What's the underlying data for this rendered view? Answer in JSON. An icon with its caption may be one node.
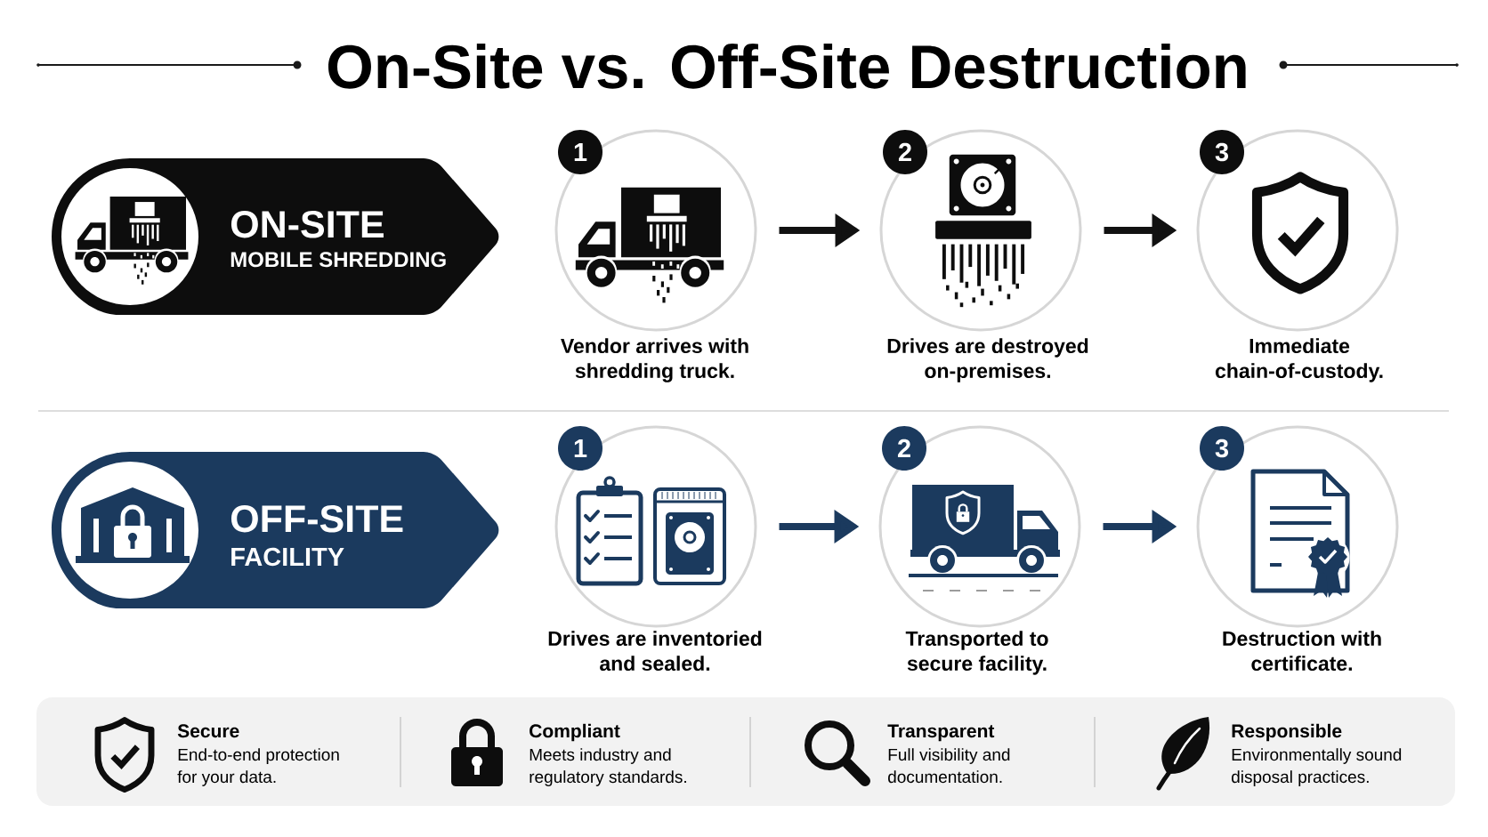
{
  "diagram": {
    "title": "On-Site vs. Off-Site Destruction",
    "nodes": [
      {
        "text": [
          "ON-SITE",
          "MOBILE SHREDDING"
        ]
      },
      {
        "text": [
          "1"
        ],
        "beside": [
          "Vendor arrives with shredding truck."
        ]
      },
      {
        "text": [
          "2"
        ],
        "beside": [
          "Drives are destroyed on-premises."
        ]
      },
      {
        "text": [
          "3"
        ],
        "beside": [
          "Immediate chain-of-custody."
        ]
      },
      {
        "text": [
          "OFF-SITE",
          "FACILITY"
        ]
      },
      {
        "text": [
          "1"
        ],
        "beside": [
          "Drives are inventoried and sealed."
        ]
      },
      {
        "text": [
          "2"
        ],
        "beside": [
          "Transported to secure facility."
        ]
      },
      {
        "text": [
          "3"
        ],
        "beside": [
          "Destruction with certificate."
        ]
      },
      {
        "text": [
          "Secure",
          "End-to-end protection for your data.",
          "Compliant",
          "Meets industry and regulatory standards.",
          "Transparent",
          "Full visibility and documentation.",
          "Responsible",
          "Environmentally sound disposal practices."
        ]
      }
    ],
    "edges": [
      {
        "from": 1,
        "to": 2,
        "arrow": "to",
        "color": "#111111"
      },
      {
        "from": 2,
        "to": 3,
        "arrow": "to",
        "color": "#111111"
      },
      {
        "from": 5,
        "to": 6,
        "arrow": "to",
        "color": "#1b3a5e"
      },
      {
        "from": 6,
        "to": 7,
        "arrow": "to",
        "color": "#1b3a5e"
      }
    ]
  }
}
